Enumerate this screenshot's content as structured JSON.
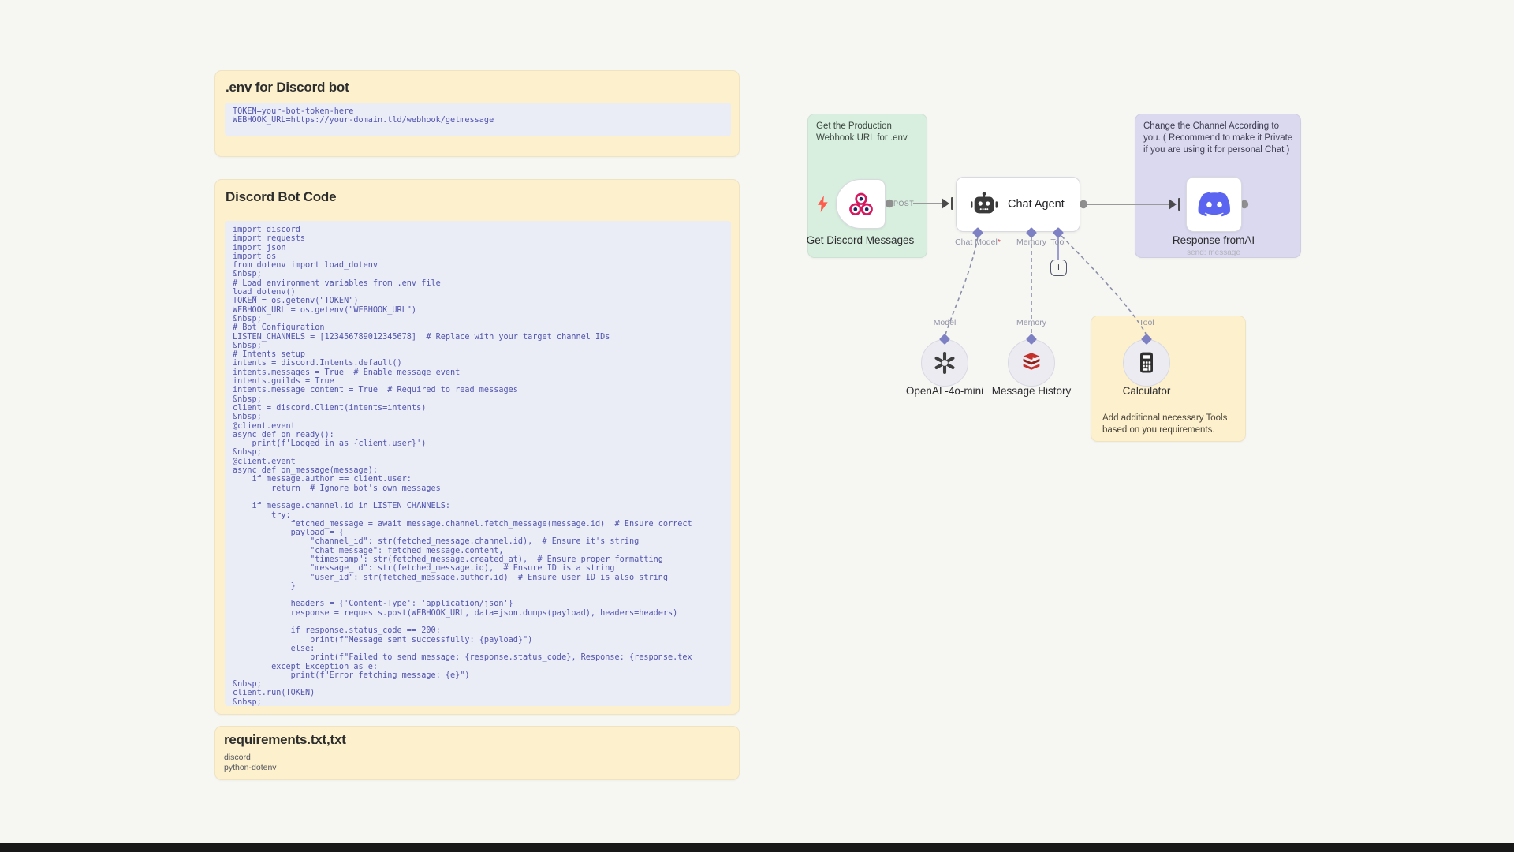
{
  "notes": {
    "env": {
      "title": ".env for Discord bot",
      "code": [
        "TOKEN=your-bot-token-here",
        "WEBHOOK_URL=https://your-domain.tld/webhook/getmessage"
      ]
    },
    "bot_code": {
      "title": "Discord Bot Code",
      "code": [
        "import discord",
        "import requests",
        "import json",
        "import os",
        "from dotenv import load_dotenv",
        "&nbsp;",
        "# Load environment variables from .env file",
        "load_dotenv()",
        "TOKEN = os.getenv(\"TOKEN\")",
        "WEBHOOK_URL = os.getenv(\"WEBHOOK_URL\")",
        "&nbsp;",
        "# Bot Configuration",
        "LISTEN_CHANNELS = [123456789012345678]  # Replace with your target channel IDs",
        "&nbsp;",
        "# Intents setup",
        "intents = discord.Intents.default()",
        "intents.messages = True  # Enable message event",
        "intents.guilds = True",
        "intents.message_content = True  # Required to read messages",
        "&nbsp;",
        "client = discord.Client(intents=intents)",
        "&nbsp;",
        "@client.event",
        "async def on_ready():",
        "    print(f'Logged in as {client.user}')",
        "&nbsp;",
        "@client.event",
        "async def on_message(message):",
        "    if message.author == client.user:",
        "        return  # Ignore bot's own messages",
        "",
        "    if message.channel.id in LISTEN_CHANNELS:",
        "        try:",
        "            fetched_message = await message.channel.fetch_message(message.id)  # Ensure correct",
        "            payload = {",
        "                \"channel_id\": str(fetched_message.channel.id),  # Ensure it's string",
        "                \"chat_message\": fetched_message.content,",
        "                \"timestamp\": str(fetched_message.created_at),  # Ensure proper formatting",
        "                \"message_id\": str(fetched_message.id),  # Ensure ID is a string",
        "                \"user_id\": str(fetched_message.author.id)  # Ensure user ID is also string",
        "            }",
        "",
        "            headers = {'Content-Type': 'application/json'}",
        "            response = requests.post(WEBHOOK_URL, data=json.dumps(payload), headers=headers)",
        "",
        "            if response.status_code == 200:",
        "                print(f\"Message sent successfully: {payload}\")",
        "            else:",
        "                print(f\"Failed to send message: {response.status_code}, Response: {response.tex",
        "        except Exception as e:",
        "            print(f\"Error fetching message: {e}\")",
        "&nbsp;",
        "client.run(TOKEN)",
        "&nbsp;"
      ]
    },
    "requirements": {
      "title": "requirements.txt,txt",
      "lines": [
        "discord",
        "python-dotenv"
      ]
    }
  },
  "workflow": {
    "webhook_note_text": "Get the Production Webhook URL for .env",
    "response_note_text": "Change the Channel According to you. ( Recommend to make it Private if you are using it for personal Chat )",
    "tools_note_text": "Add additional necessary Tools based on you requirements.",
    "nodes": {
      "webhook_label": "Get Discord Messages",
      "webhook_method": "POST",
      "chat_agent_label": "Chat Agent",
      "discord_label": "Response fromAI",
      "discord_sublabel": "send: message",
      "model_label": "OpenAI -4o-mini",
      "memory_label": "Message History",
      "tool_label": "Calculator"
    },
    "ports": {
      "chat_model": "Chat Model",
      "required_mark": "*",
      "memory": "Memory",
      "tool": "Tool",
      "model_top": "Model",
      "memory_top": "Memory",
      "tool_top": "Tool"
    },
    "plus_button": "+"
  },
  "colors": {
    "canvas_bg": "#f6f6f3",
    "note_yellow": "#fcf0cd",
    "note_green": "#d8efdf",
    "note_purple": "#dbd9ef",
    "code_bg": "#eaecf6",
    "code_text": "#5255ae",
    "diamond": "#7e80c4",
    "discord_blue": "#5a64f1",
    "webhook_pink": "#d6195f",
    "redis_red": "#c6302b",
    "lightning_orange": "#ff5c4c"
  }
}
